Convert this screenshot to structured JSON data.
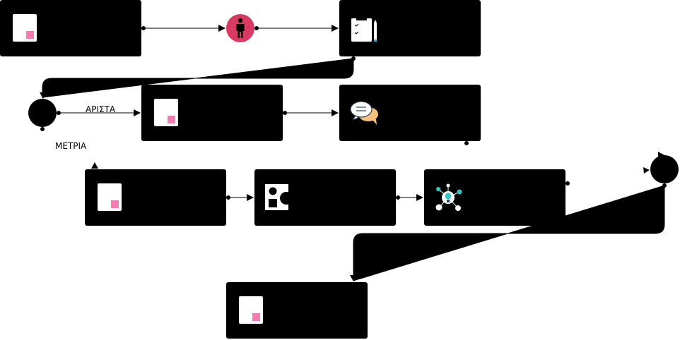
{
  "diagram": {
    "type": "flowchart",
    "background": "#ffffff",
    "node_fill": "#000000",
    "doc_icon_fill": "#ffffff",
    "doc_icon_accent": "#f47cb2",
    "person_badge_color": "#d93a63",
    "speech_bubble_colors": [
      "#ffffff",
      "#f5c07a"
    ],
    "idea_icon_colors": [
      "#34c6c4",
      "#ffffff"
    ],
    "nodes": [
      {
        "id": "n1",
        "kind": "process",
        "icon": "document-icon"
      },
      {
        "id": "n2",
        "kind": "event",
        "icon": "person-icon"
      },
      {
        "id": "n3",
        "kind": "process",
        "icon": "clipboard-checklist-icon"
      },
      {
        "id": "g1",
        "kind": "gateway",
        "icon": ""
      },
      {
        "id": "n4",
        "kind": "process",
        "icon": "document-icon"
      },
      {
        "id": "n5",
        "kind": "process",
        "icon": "speech-bubbles-icon"
      },
      {
        "id": "n6",
        "kind": "process",
        "icon": "document-icon"
      },
      {
        "id": "n7",
        "kind": "process",
        "icon": "shapes-icon"
      },
      {
        "id": "n8",
        "kind": "process",
        "icon": "idea-network-icon"
      },
      {
        "id": "g2",
        "kind": "gateway",
        "icon": ""
      },
      {
        "id": "n9",
        "kind": "process",
        "icon": "document-icon"
      }
    ],
    "edges": [
      {
        "from": "n1",
        "to": "n2",
        "label": ""
      },
      {
        "from": "n2",
        "to": "n3",
        "label": ""
      },
      {
        "from": "n3",
        "to": "g1",
        "label": ""
      },
      {
        "from": "g1",
        "to": "n4",
        "label": "ΑΡΙΣΤΑ"
      },
      {
        "from": "g1",
        "to": "n6",
        "label": "ΜΕΤΡΙΑ"
      },
      {
        "from": "n4",
        "to": "n5",
        "label": ""
      },
      {
        "from": "n5",
        "to": "g2",
        "label": ""
      },
      {
        "from": "n6",
        "to": "n7",
        "label": ""
      },
      {
        "from": "n7",
        "to": "n8",
        "label": ""
      },
      {
        "from": "n8",
        "to": "g2",
        "label": ""
      },
      {
        "from": "g2",
        "to": "n9",
        "label": ""
      }
    ]
  }
}
